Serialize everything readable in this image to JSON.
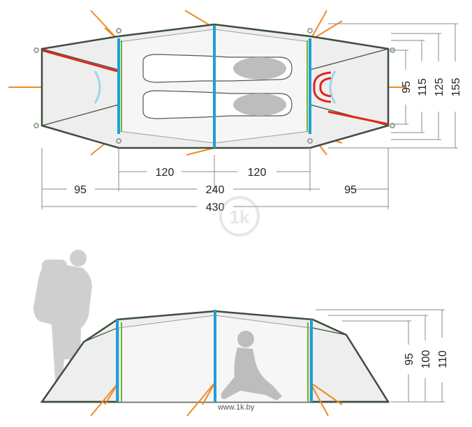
{
  "top_view": {
    "dims_horizontal": {
      "left_vestibule": "95",
      "left_half": "120",
      "right_half": "120",
      "inner_length": "240",
      "right_vestibule": "95",
      "total_length": "430"
    },
    "dims_vertical": {
      "w1": "95",
      "w2": "115",
      "w3": "125",
      "w4": "155"
    }
  },
  "side_view": {
    "dims_vertical": {
      "h1": "95",
      "h2": "100",
      "h3": "110"
    }
  },
  "watermark": {
    "logo_text": "1k",
    "site": "www.1k.by"
  },
  "colors": {
    "outline": "#3d4e3d",
    "fly_fill": "#eeeeee",
    "inner_fill": "#f6f6f6",
    "pole_blue": "#1da0d6",
    "pole_green": "#6bb52a",
    "guy_line": "#f08a24",
    "door_red": "#e0261b",
    "dim_line": "#8a8a8a",
    "silhouette": "#cfcfcf"
  }
}
